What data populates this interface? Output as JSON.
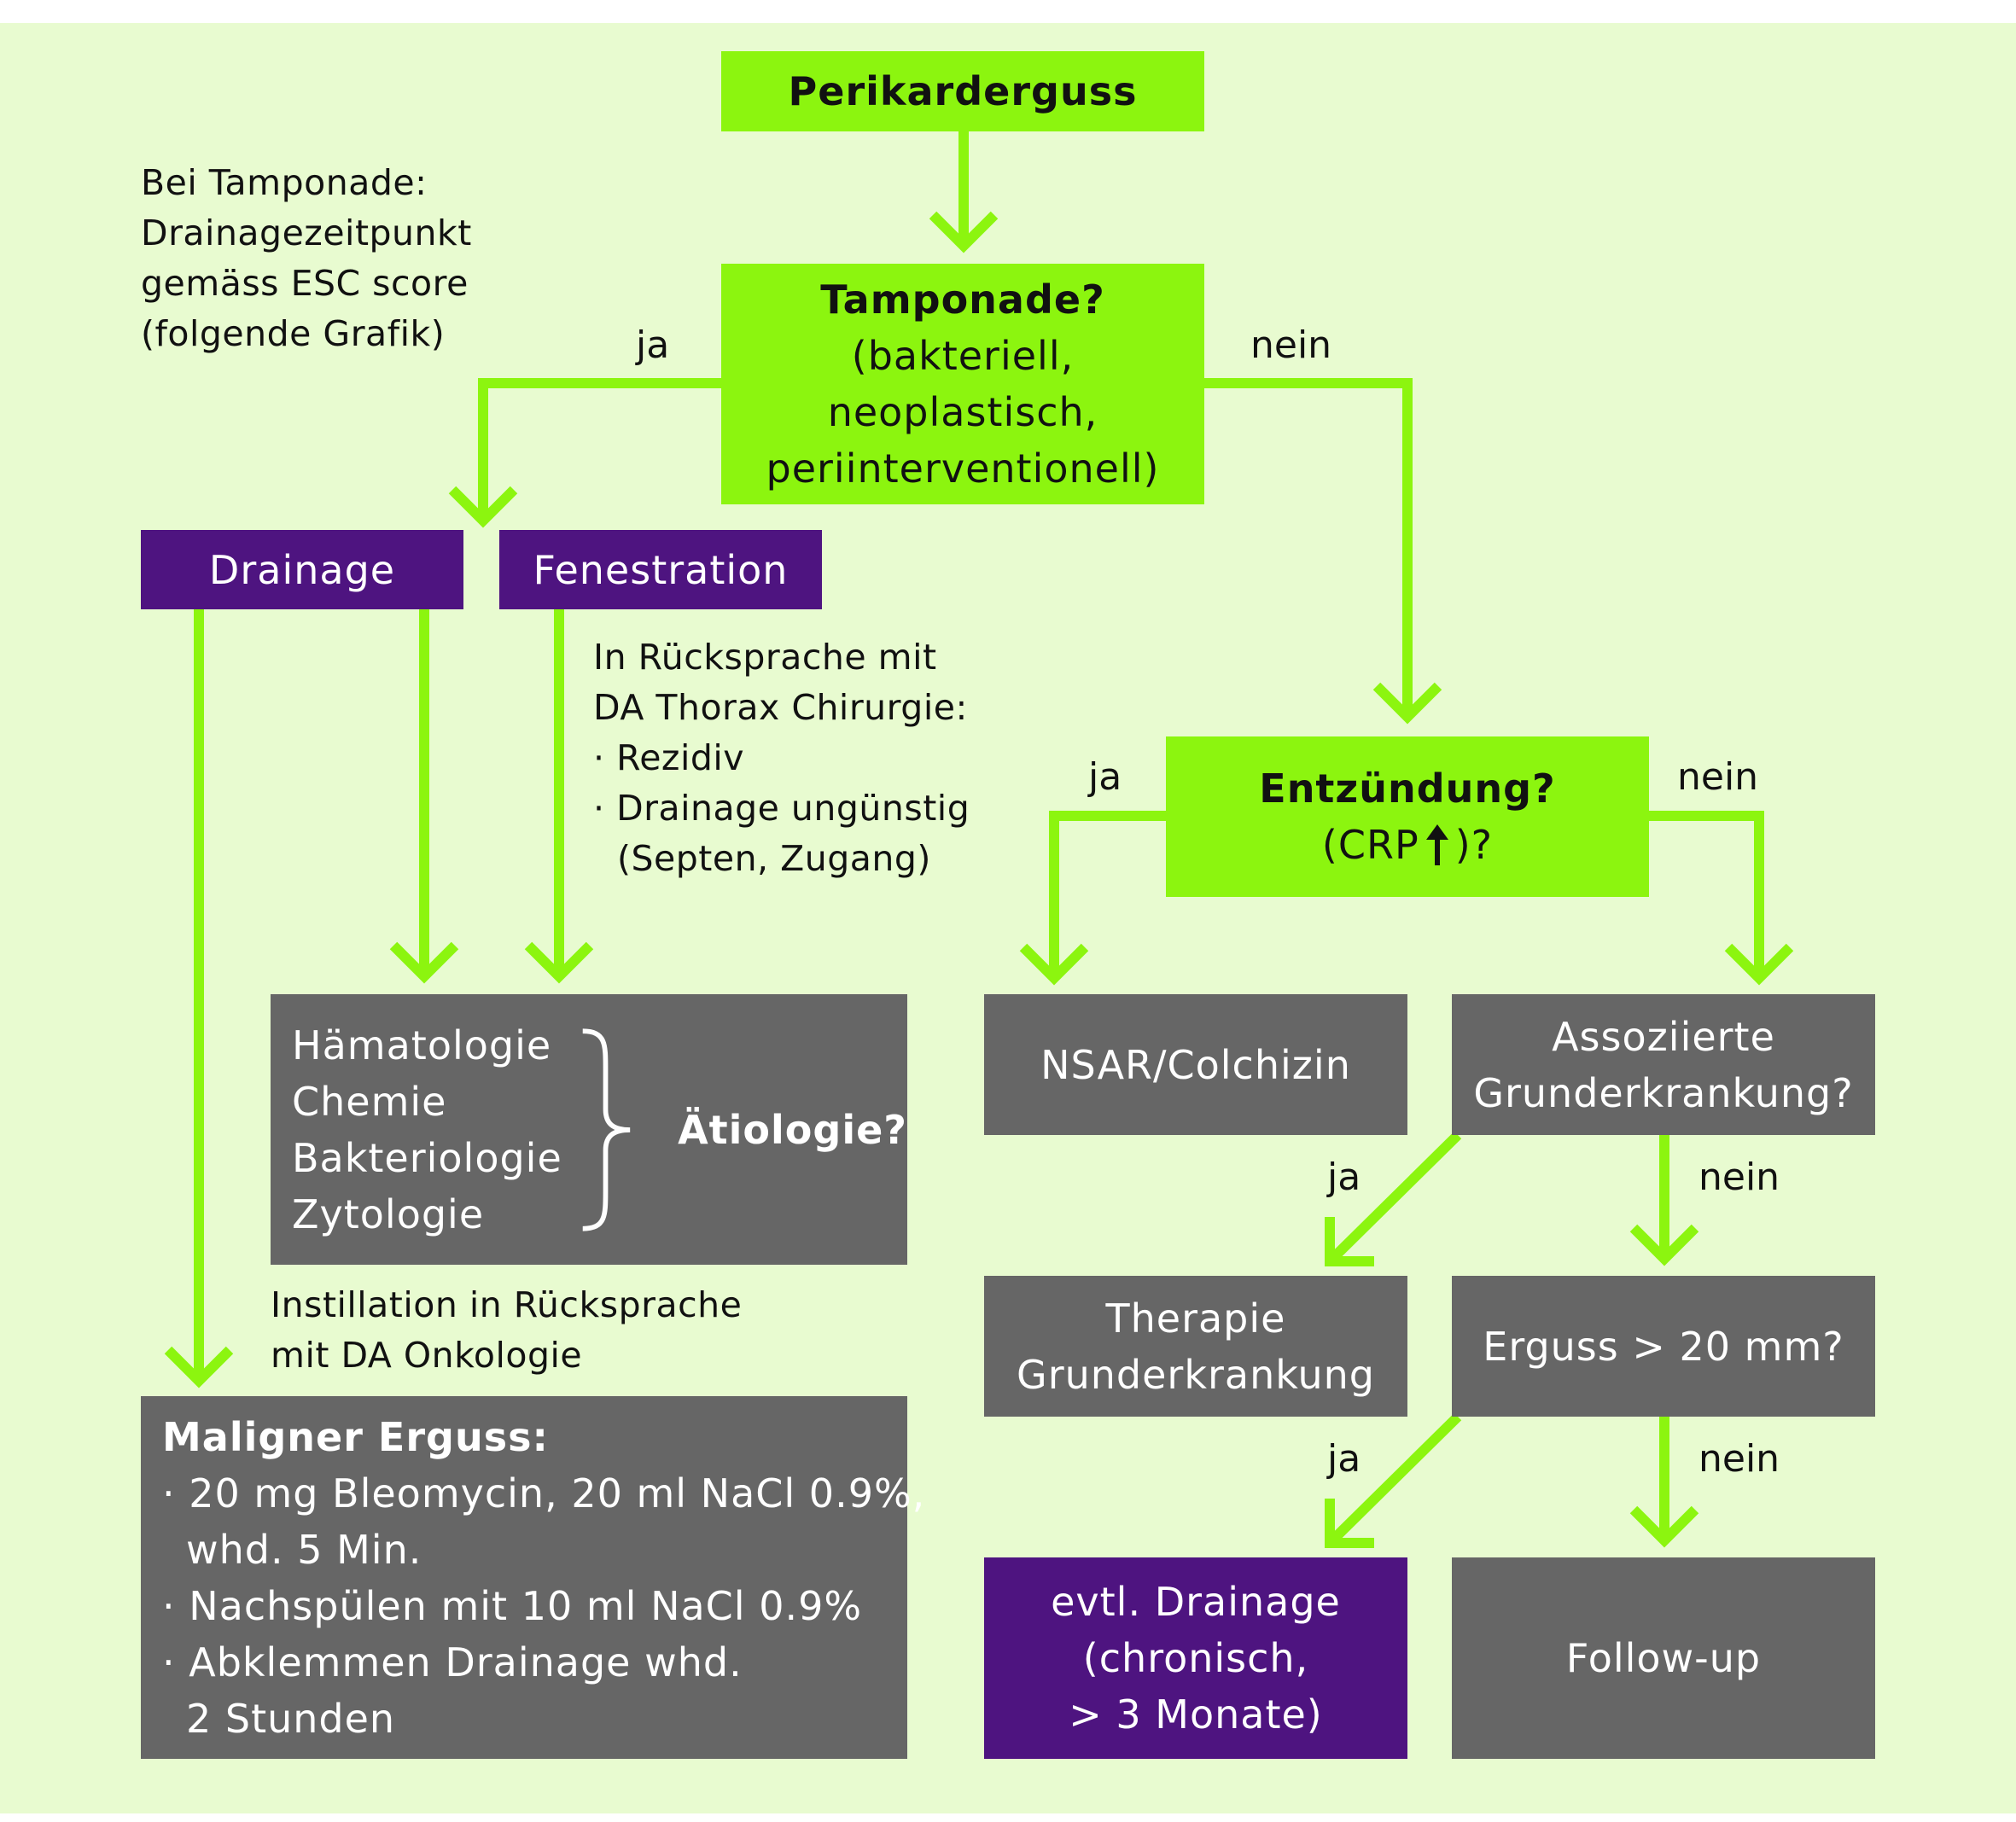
{
  "nodes": {
    "perikarderguss": "Perikarderguss",
    "tamponade_title": "Tamponade?",
    "tamponade_lines": [
      "(bakteriell,",
      "neoplastisch,",
      "periinterventionell)"
    ],
    "drainage": "Drainage",
    "fenestration": "Fenestration",
    "entzuendung_title": "Entzündung?",
    "entzuendung_pre": "(CRP",
    "entzuendung_post": ")?",
    "etiology_items": [
      "Hämatologie",
      "Chemie",
      "Bakteriologie",
      "Zytologie"
    ],
    "etiology_label": "Ätiologie?",
    "nsar": "NSAR/Colchizin",
    "assoziierte_lines": [
      "Assoziierte",
      "Grunderkrankung?"
    ],
    "therapie_lines": [
      "Therapie",
      "Grunderkrankung"
    ],
    "erguss_20": "Erguss > 20 mm?",
    "evtl_drainage_lines": [
      "evtl. Drainage",
      "(chronisch,",
      "> 3 Monate)"
    ],
    "follow_up": "Follow-up",
    "maligner_title": "Maligner Erguss:",
    "maligner_lines": [
      "· 20 mg Bleomycin, 20 ml NaCl 0.9%,",
      "whd. 5 Min.",
      "· Nachspülen mit 10 ml NaCl 0.9%",
      "· Abklemmen Drainage whd.",
      "2 Stunden"
    ]
  },
  "notes": {
    "tamponade_note": [
      "Bei Tamponade:",
      "Drainagezeitpunkt",
      "gemäss ESC score",
      "(folgende Grafik)"
    ],
    "fenestration_note": [
      "In Rücksprache mit",
      "DA Thorax Chirurgie:",
      "· Rezidiv",
      "· Drainage ungünstig",
      "(Septen, Zugang)"
    ],
    "instillation_note": [
      "Instillation in Rücksprache",
      "mit DA Onkologie"
    ]
  },
  "labels": {
    "tamponade_ja": "ja",
    "tamponade_nein": "nein",
    "entzuendung_ja": "ja",
    "entzuendung_nein": "nein",
    "assoziierte_ja": "ja",
    "assoziierte_nein": "nein",
    "erguss_ja": "ja",
    "erguss_nein": "nein"
  },
  "colors": {
    "background": "#e8fbd0",
    "green": "#8cf50f",
    "purple": "#4e1480",
    "gray": "#666666",
    "arrow": "#8cf50f"
  },
  "icons": {
    "crp_arrow": "up-arrow-icon",
    "brace": "right-curly-brace-icon"
  }
}
